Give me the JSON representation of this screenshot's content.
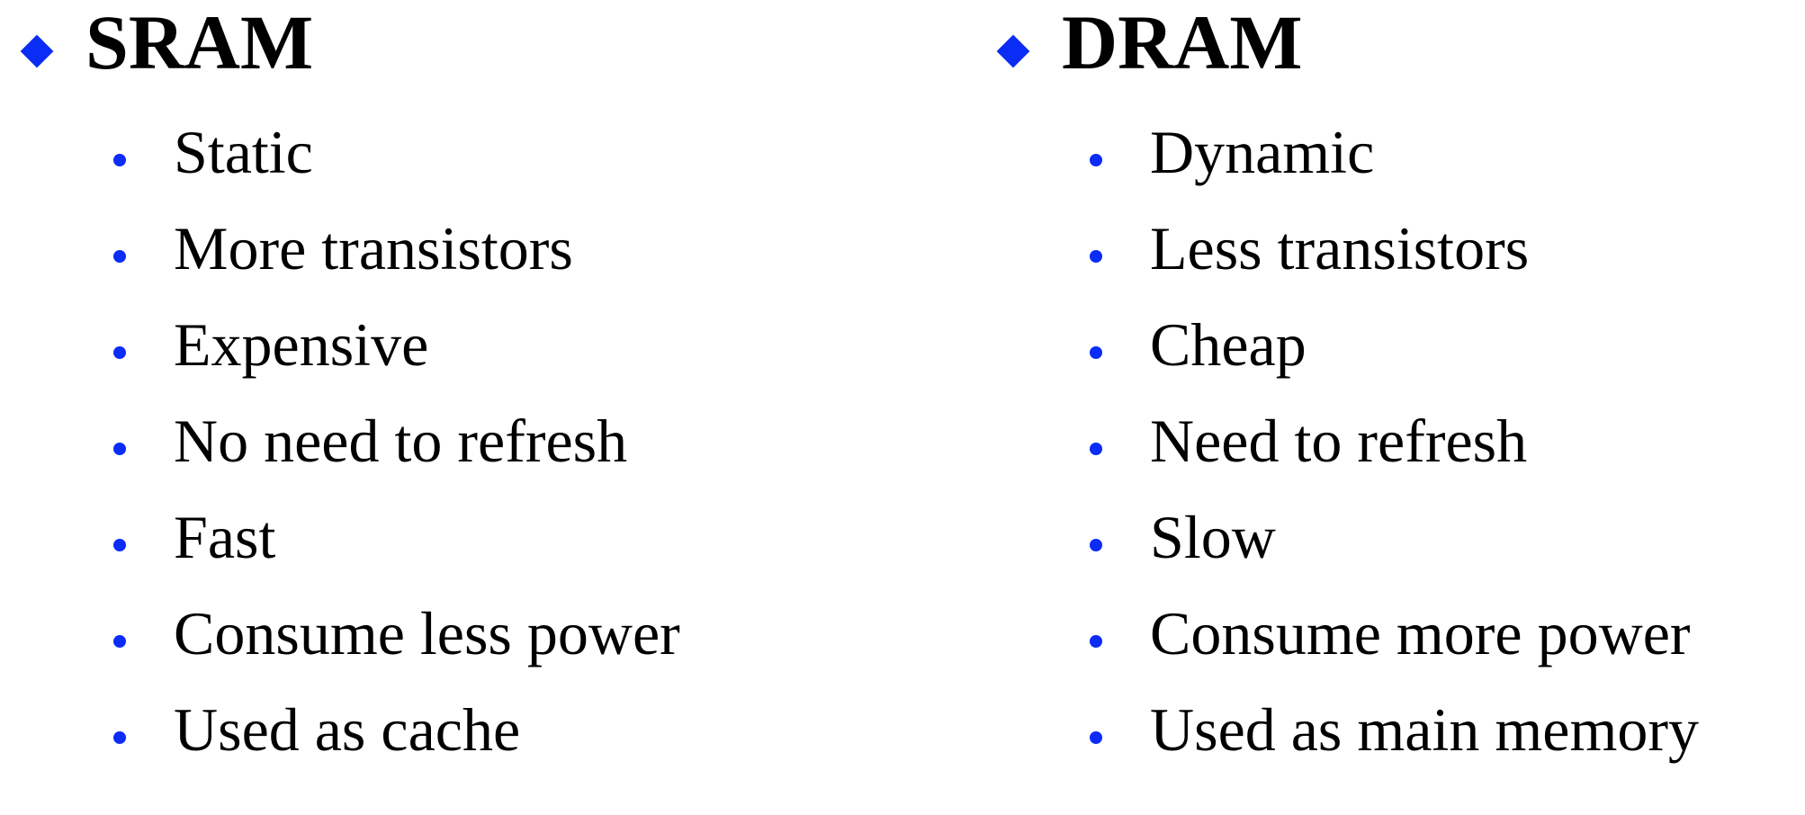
{
  "accent_color": "#0a2cf5",
  "columns": [
    {
      "heading": "SRAM",
      "items": [
        "Static",
        "More transistors",
        "Expensive",
        "No need to refresh",
        "Fast",
        "Consume less power",
        "Used as cache"
      ]
    },
    {
      "heading": "DRAM",
      "items": [
        "Dynamic",
        "Less transistors",
        "Cheap",
        "Need to refresh",
        "Slow",
        "Consume more power",
        "Used as main memory"
      ]
    }
  ]
}
